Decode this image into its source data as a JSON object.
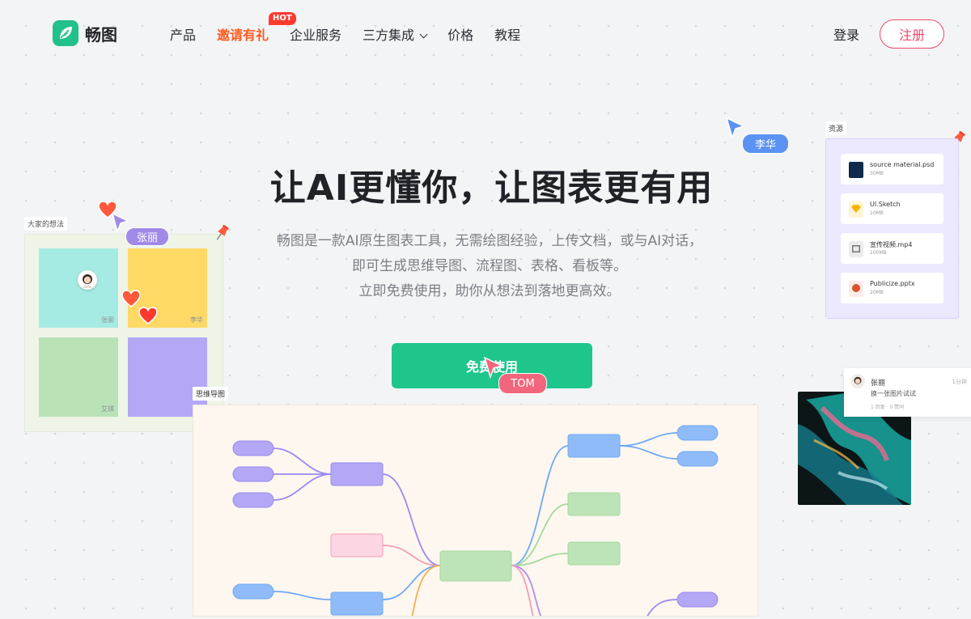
{
  "brand": {
    "name": "畅图"
  },
  "nav": {
    "items": [
      {
        "label": "产品"
      },
      {
        "label": "邀请有礼",
        "badge": "HOT"
      },
      {
        "label": "企业服务"
      },
      {
        "label": "三方集成"
      },
      {
        "label": "价格"
      },
      {
        "label": "教程"
      }
    ],
    "login": "登录",
    "register": "注册"
  },
  "hero": {
    "title": "让AI更懂你，让图表更有用",
    "desc": [
      "畅图是一款AI原生图表工具，无需绘图经验，上传文档，或与AI对话，",
      "即可生成思维导图、流程图、表格、看板等。",
      "立即免费使用，助你从想法到落地更高效。"
    ],
    "cta": "免费使用"
  },
  "board": {
    "label": "大家的想法",
    "notes": [
      {
        "name": "张丽",
        "color": "#a6ebe3"
      },
      {
        "name": "李华",
        "color": "#ffd966"
      },
      {
        "name": "艾琪",
        "color": "#b9e2b6"
      },
      {
        "name": "",
        "color": "#b4a7f5"
      }
    ]
  },
  "cursors": {
    "zhangli": {
      "label": "张丽",
      "color": "#a08ae8"
    },
    "lihua": {
      "label": "李华",
      "color": "#5b93f3"
    },
    "tom": {
      "label": "TOM",
      "color": "#f2667d"
    }
  },
  "resources": {
    "label": "资源",
    "files": [
      {
        "name": "source material.psd",
        "size": "30MB",
        "type": "psd",
        "color": "#0f2a4a"
      },
      {
        "name": "UI.Sketch",
        "size": "10MB",
        "type": "sketch",
        "color": "#f7b500"
      },
      {
        "name": "宣传视频.mp4",
        "size": "100MB",
        "type": "video",
        "color": "#777777"
      },
      {
        "name": "Publicize.pptx",
        "size": "20MB",
        "type": "ppt",
        "color": "#d9532c"
      }
    ]
  },
  "comment": {
    "name": "张丽",
    "time": "1分钟",
    "text": "换一张图片试试",
    "meta": "1 回复 · 0 赞同"
  },
  "mindmap": {
    "label": "思维导图"
  }
}
